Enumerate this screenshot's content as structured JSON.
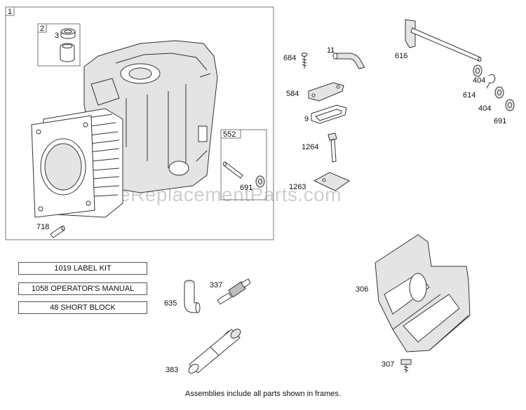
{
  "frames": {
    "main": "1",
    "sub_frame_2": "2",
    "sub_frame_552": "552"
  },
  "callouts": {
    "c3": "3",
    "c718": "718",
    "c691a": "691",
    "c684": "684",
    "c11": "11",
    "c616": "616",
    "c584": "584",
    "c404a": "404",
    "c614": "614",
    "c404b": "404",
    "c691b": "691",
    "c9": "9",
    "c1264": "1264",
    "c1263": "1263",
    "c635": "635",
    "c337": "337",
    "c383": "383",
    "c306": "306",
    "c307": "307"
  },
  "kits": [
    "1019 LABEL KIT",
    "1058 OPERATOR'S MANUAL",
    "48 SHORT BLOCK"
  ],
  "footer": "Assemblies include all parts shown in frames.",
  "watermark": "eReplacementParts.com"
}
